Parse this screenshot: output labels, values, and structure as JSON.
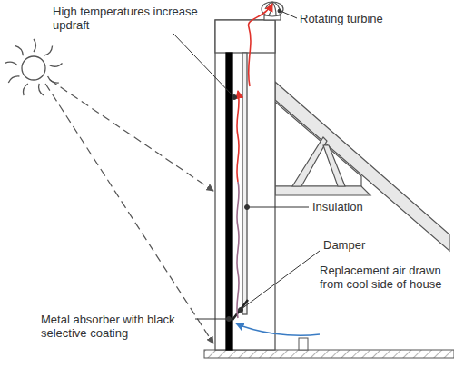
{
  "diagram": {
    "labels": [
      "High temperatures increase updraft",
      "Rotating turbine",
      "Insulation",
      "Damper",
      "Replacement air drawn from cool side of house",
      "Metal absorber with black selective coating"
    ]
  }
}
